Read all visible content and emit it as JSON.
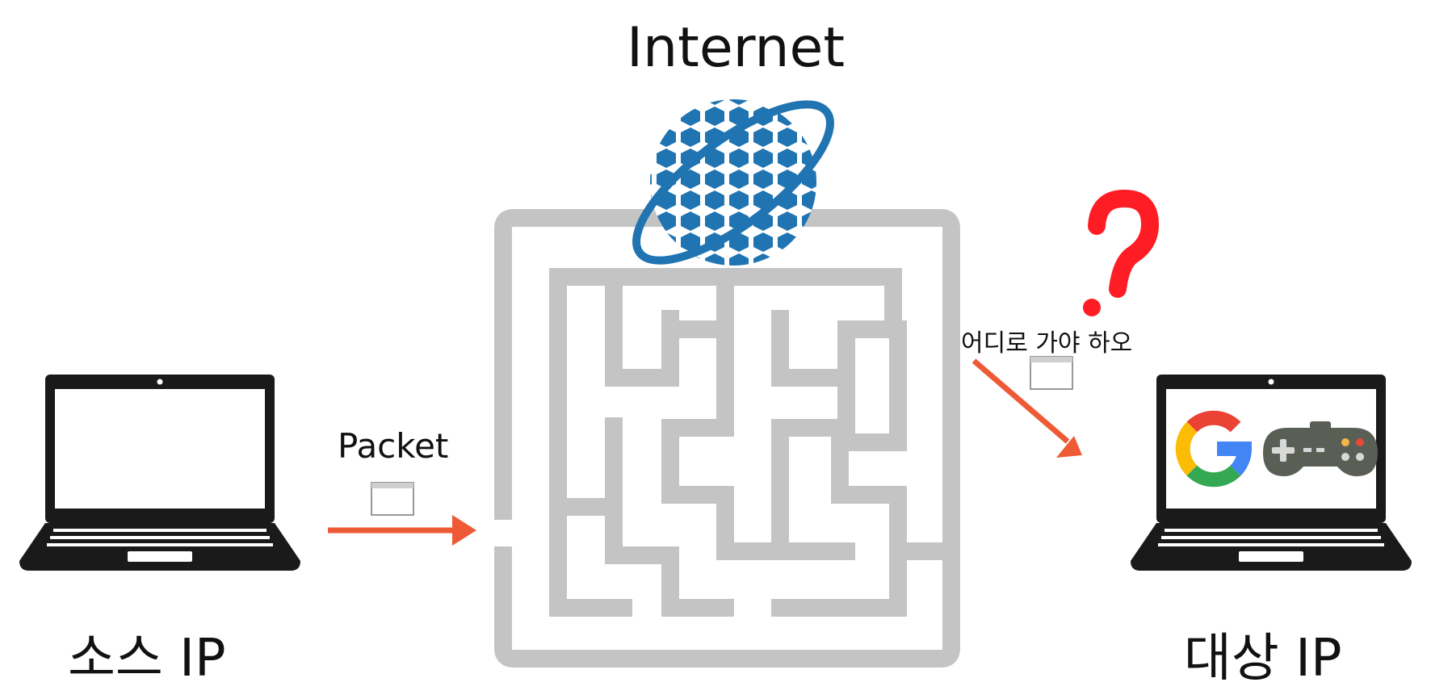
{
  "title": "Internet",
  "source_label": "소스 IP",
  "destination_label": "대상 IP",
  "packet_label": "Packet",
  "question_text": "어디로 가야 하오",
  "colors": {
    "arrow": "#ef5a36",
    "maze": "#c4c4c4",
    "globe": "#1f74b1",
    "question": "#ff1d25",
    "laptop": "#1a1a1a"
  },
  "icons": [
    "laptop-icon",
    "maze-icon",
    "globe-icon",
    "question-mark-icon",
    "packet-icon",
    "google-icon",
    "gamepad-icon"
  ]
}
